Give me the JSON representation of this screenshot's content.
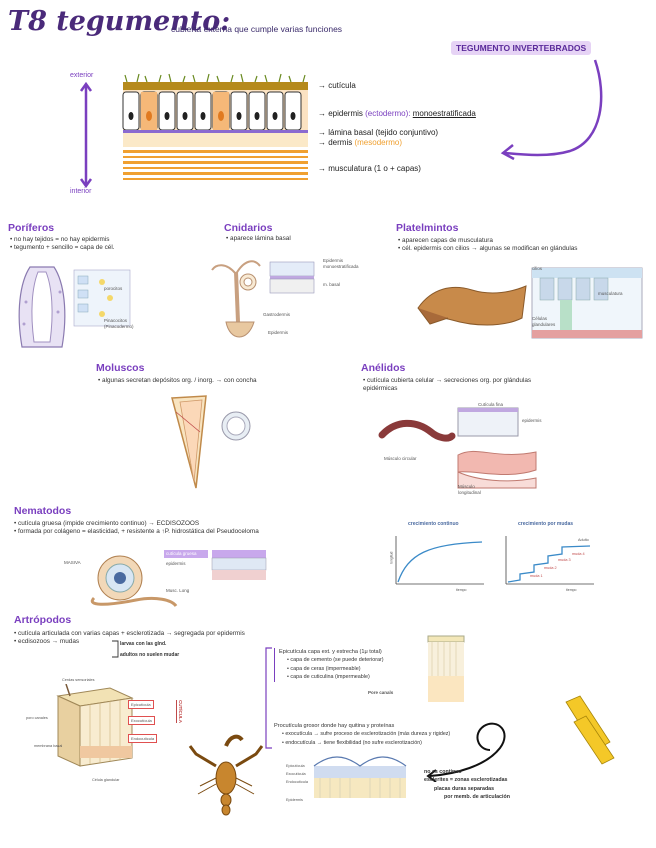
{
  "header": {
    "title": "T8 tegumento:",
    "subtitle": "cubierta externa que cumple varias funciones",
    "invertebrados_tag": "TEGUMENTO INVERTEBRADOS"
  },
  "top_diagram": {
    "exterior": "exterior",
    "interior": "interior",
    "layers": [
      {
        "label": "→ cutícula",
        "extra": ""
      },
      {
        "label": "→ epidermis",
        "extra": "(ectodermo):",
        "note": "monoestratificada"
      },
      {
        "label": "→ lámina basal (tejido conjuntivo)",
        "extra": ""
      },
      {
        "label": "→ dermis",
        "extra": "(mesodermo)"
      },
      {
        "label": "→ musculatura (1 o + capas)",
        "extra": ""
      }
    ]
  },
  "poriferos": {
    "title": "Poríferos",
    "bullets": [
      "no hay tejidos = no hay epidermis",
      "tegumento + sencillo = capa de cél."
    ],
    "labels": [
      "porocitos",
      "Pinacocitos (Pinacodermo)"
    ]
  },
  "cnidarios": {
    "title": "Cnidarios",
    "bullets": [
      "aparece lámina basal"
    ],
    "labels": [
      "Epidermis monoestratificada",
      "m. basal",
      "Gastrodermis",
      "Epidermis"
    ]
  },
  "platelmintos": {
    "title": "Platelmintos",
    "bullets": [
      "aparecen capas de musculatura",
      "cél. epidermis con cilios → algunas se modifican en glándulas"
    ],
    "labels": [
      "cilios",
      "Células glandulares",
      "musculatura"
    ]
  },
  "moluscos": {
    "title": "Moluscos",
    "bullets": [
      "algunas secretan depósitos org. / inorg. → con concha"
    ]
  },
  "anelidos": {
    "title": "Anélidos",
    "bullets": [
      "cutícula cubierta celular → secreciones org. por glándulas epidérmicas"
    ],
    "labels": [
      "Cutícula fina",
      "epidermis",
      "Músculo circular",
      "Músculo longitudinal"
    ]
  },
  "nematodos": {
    "title": "Nematodos",
    "bullets": [
      "cutícula gruesa (impide crecimiento continuo) → ECDISOZOOS",
      "formada por colágeno = elasticidad, + resistente a ↑P. hidrostática del Pseudoceloma"
    ],
    "labels": [
      "cutícula gruesa",
      "epidermis",
      "Musc. Long",
      "MASIVA"
    ],
    "growth": {
      "continuous_title": "crecimiento continuo",
      "molt_title": "crecimiento por mudas",
      "ylabel": "longitud",
      "xlabel": "tiempo",
      "molt_labels": [
        "muda 1",
        "muda 2",
        "muda 3",
        "muda 4",
        "Adulto"
      ]
    }
  },
  "artropodos": {
    "title": "Artrópodos",
    "bullets": [
      "cutícula articulada con varias capas + esclerotizada → segregada por epidermis",
      "ecdisozoos → mudas"
    ],
    "mudas_branches": [
      "larvas con las glnd.",
      "adultos no suelen mudar"
    ],
    "epicuticula_title": "Epicutícula capa ext. y estrecha (1μ total)",
    "epicuticula_items": [
      "capa de cemento (se puede deteriorar)",
      "capa de ceras (impermeable)",
      "capa de cuticulina (impermeable)"
    ],
    "procuticula_title": "Procutícula grosor donde hay quitina y proteínas",
    "procuticula_items": [
      "exocutícula → sufre proceso de esclerotización (más dureza y rigidez)",
      "endocutícula → tiene flexibilidad (no sufre esclerotización)"
    ],
    "flex_note": [
      "no es contínuo",
      "esclerites = zonas esclerotizadas",
      "placas duras separadas",
      "por memb. de articulación"
    ],
    "cuticle_labels": [
      "Epicutícula",
      "Exocutícula",
      "Endocutícula",
      "Epidermis"
    ],
    "diagram_labels": [
      "Cerdas sensoriales",
      "poro canales",
      "membrana basal",
      "Célula glandular",
      "CUTÍCULA",
      "Pore canals"
    ]
  }
}
